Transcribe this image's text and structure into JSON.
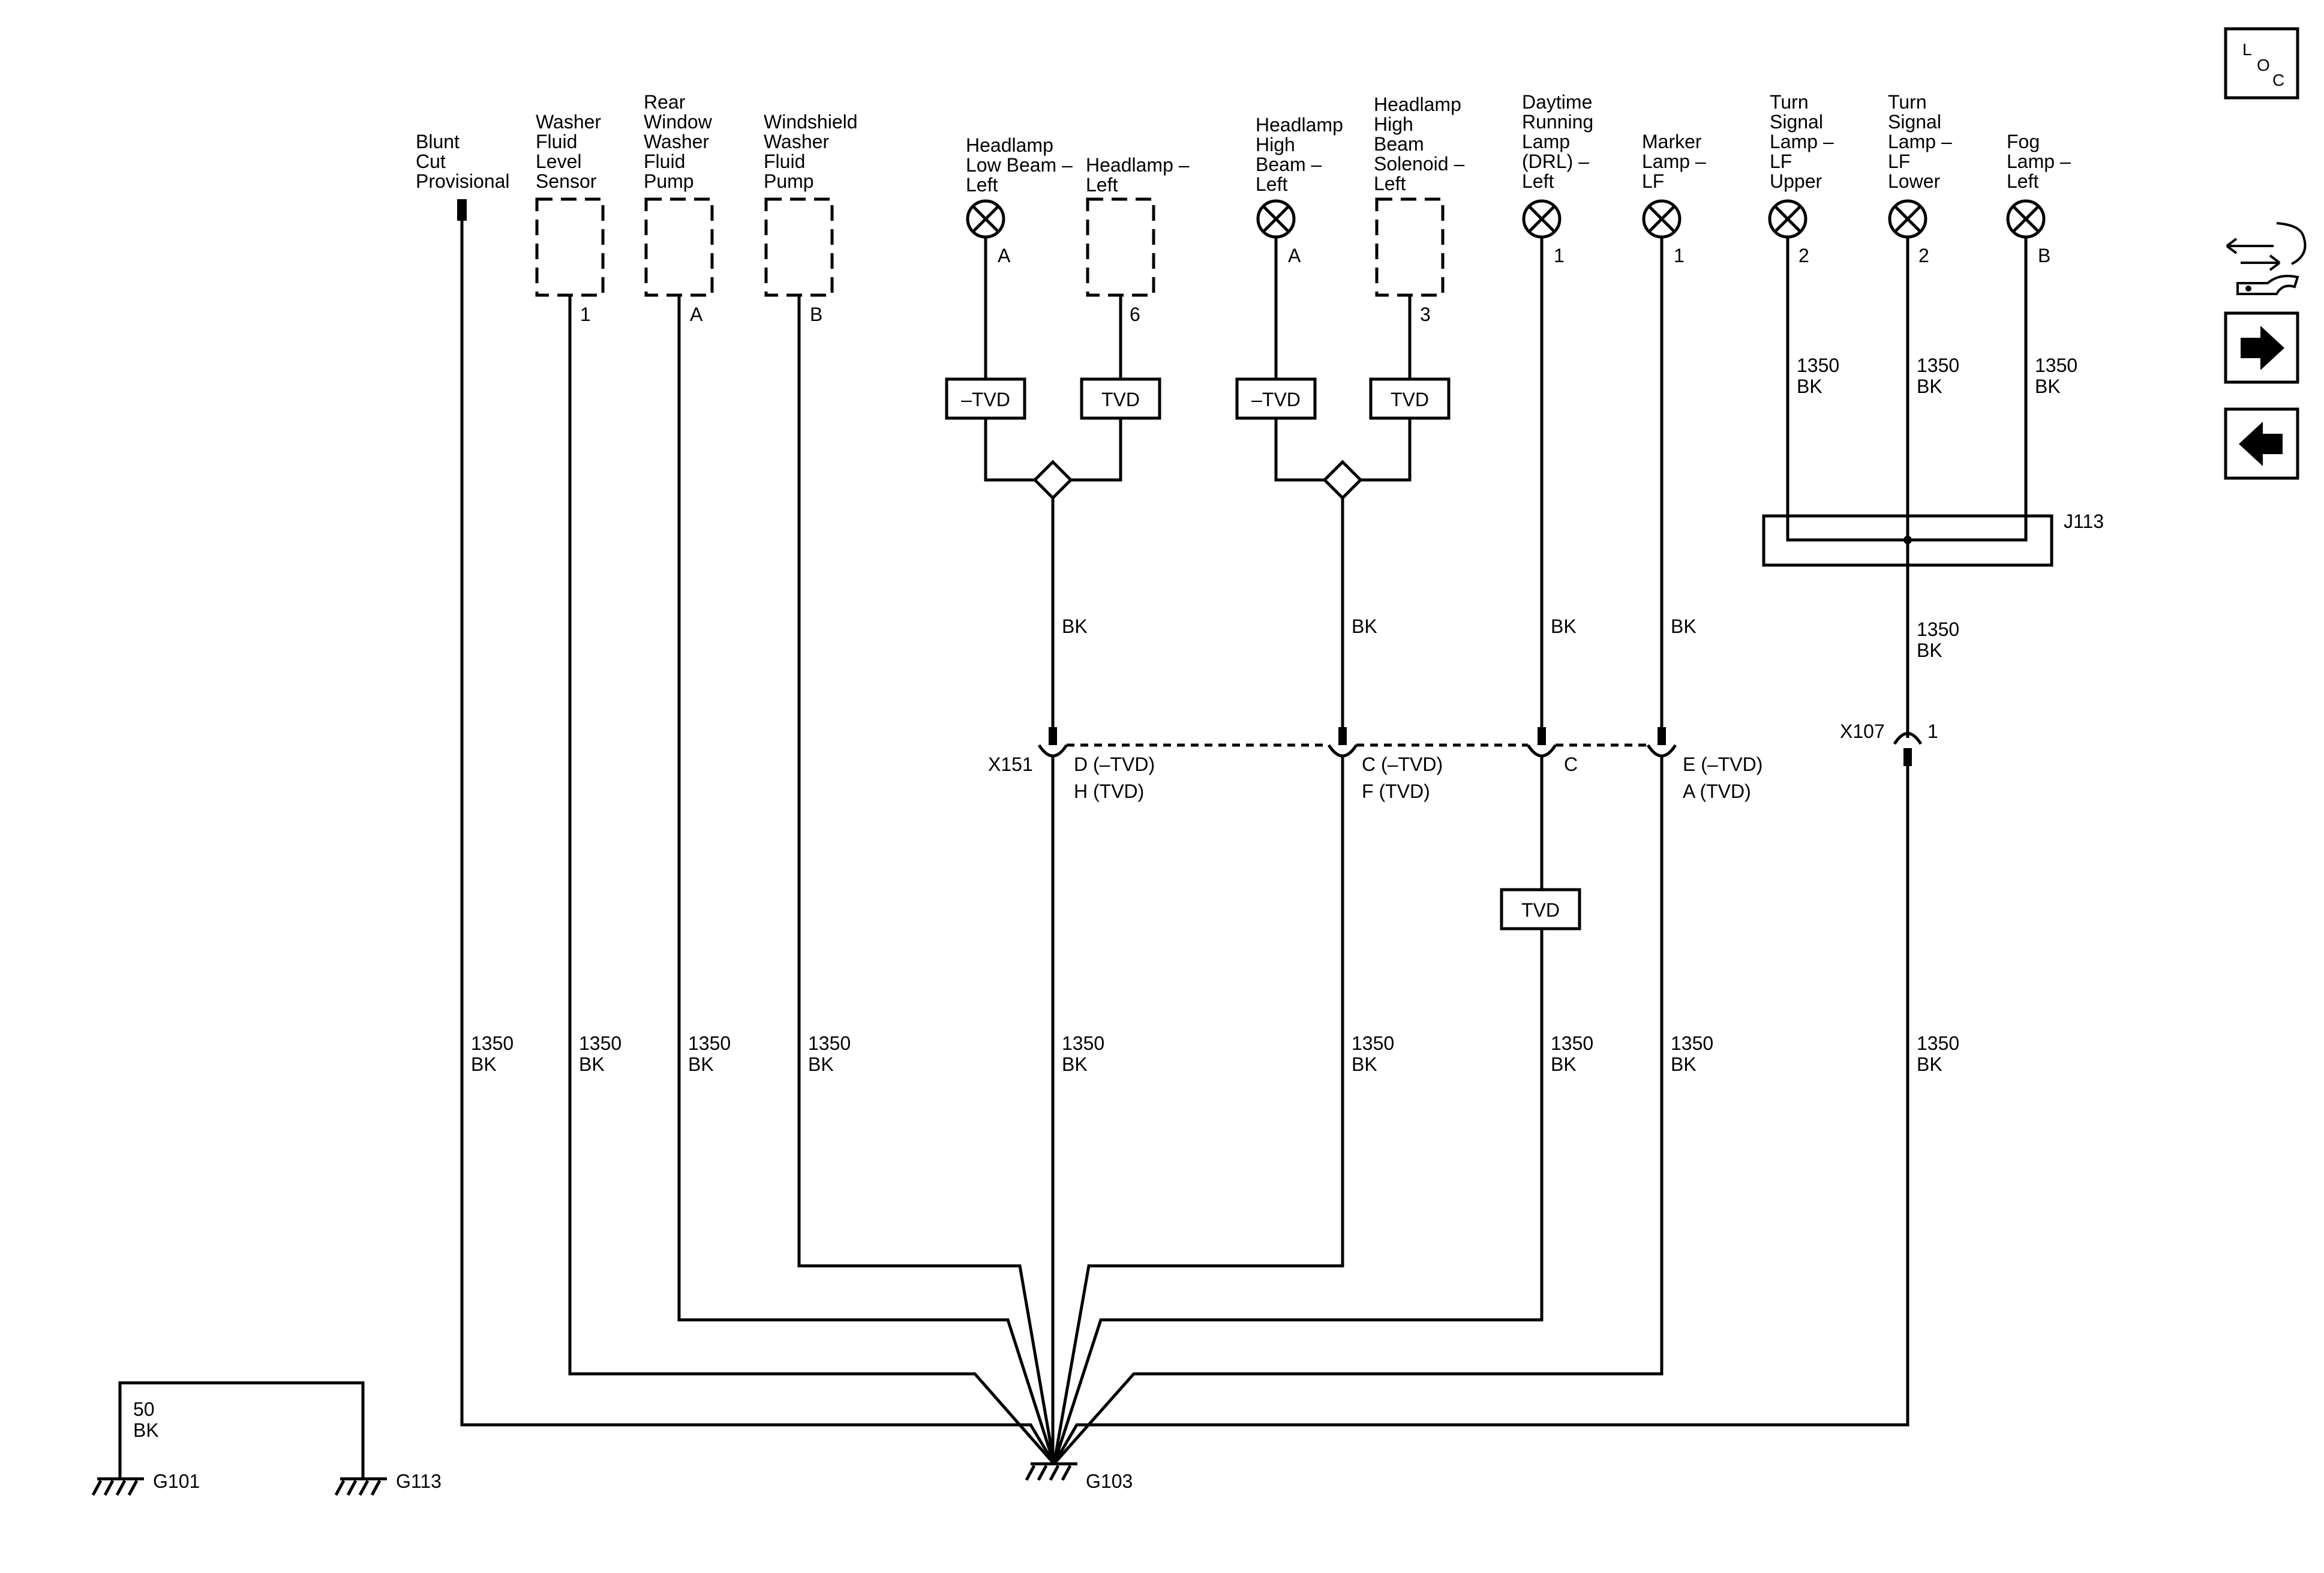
{
  "components": {
    "blunt": [
      "Blunt",
      "Cut",
      "Provisional"
    ],
    "washer_level": [
      "Washer",
      "Fluid",
      "Level",
      "Sensor"
    ],
    "rear_washer": [
      "Rear",
      "Window",
      "Washer",
      "Fluid",
      "Pump"
    ],
    "ws_washer": [
      "Windshield",
      "Washer",
      "Fluid",
      "Pump"
    ],
    "hl_low": [
      "Headlamp",
      "Low Beam –",
      "Left"
    ],
    "hl_left": [
      "Headlamp –",
      "Left"
    ],
    "hl_high": [
      "Headlamp",
      "High",
      "Beam –",
      "Left"
    ],
    "hl_sol": [
      "Headlamp",
      "High",
      "Beam",
      "Solenoid –",
      "Left"
    ],
    "drl": [
      "Daytime",
      "Running",
      "Lamp",
      "(DRL) –",
      "Left"
    ],
    "marker": [
      "Marker",
      "Lamp –",
      "LF"
    ],
    "ts_upper": [
      "Turn",
      "Signal",
      "Lamp –",
      "LF",
      "Upper"
    ],
    "ts_lower": [
      "Turn",
      "Signal",
      "Lamp –",
      "LF",
      "Lower"
    ],
    "fog": [
      "Fog",
      "Lamp –",
      "Left"
    ]
  },
  "pins": {
    "washer_level": "1",
    "rear_washer": "A",
    "ws_washer": "B",
    "hl_low": "A",
    "hl_left": "6",
    "hl_high": "A",
    "hl_sol": "3",
    "drl": "1",
    "marker": "1",
    "ts_upper": "2",
    "ts_lower": "2",
    "fog": "B"
  },
  "options": {
    "tvd": "TVD",
    "ntvd": "–TVD"
  },
  "wire": {
    "gauge": "1350",
    "color": "BK"
  },
  "x151": {
    "id": "X151",
    "hl_low_pins": [
      "D (–TVD)",
      "H (TVD)"
    ],
    "hl_high_pins": [
      "C (–TVD)",
      "F (TVD)"
    ],
    "drl_pin": "C",
    "marker_pins": [
      "E (–TVD)",
      "A (TVD)"
    ]
  },
  "j113": "J113",
  "x107": {
    "id": "X107",
    "pin": "1"
  },
  "grounds": {
    "g101": "G101",
    "g113": "G113",
    "g103": "G103",
    "strap_gauge": "50",
    "strap_color": "BK"
  },
  "loc": [
    "L",
    "O",
    "C"
  ]
}
